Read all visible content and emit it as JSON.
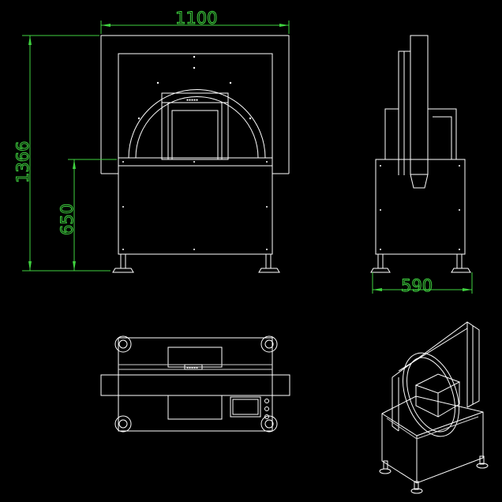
{
  "dimensions": {
    "width": "1100",
    "height_total": "1366",
    "height_body": "650",
    "depth": "590"
  },
  "labels": {
    "front_top_tag": "▪▪▪▪▪",
    "top_view_tag": "▪▪▪▪▪"
  },
  "colors": {
    "background": "#000000",
    "lines": "#ffffff",
    "dimension": "#3fd23f"
  }
}
